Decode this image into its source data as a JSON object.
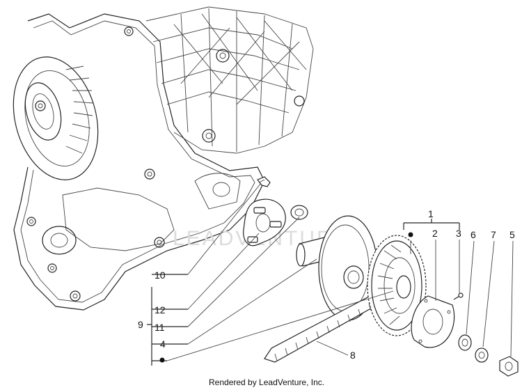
{
  "watermark": "LEADVENTURE",
  "footer": "Rendered by LeadVenture, Inc.",
  "callouts": {
    "c1": "1",
    "c2": "2",
    "c3": "3",
    "c4": "4",
    "c5": "5",
    "c6": "6",
    "c7": "7",
    "c8": "8",
    "c9": "9",
    "c10": "10",
    "c11": "11",
    "c12": "12"
  }
}
